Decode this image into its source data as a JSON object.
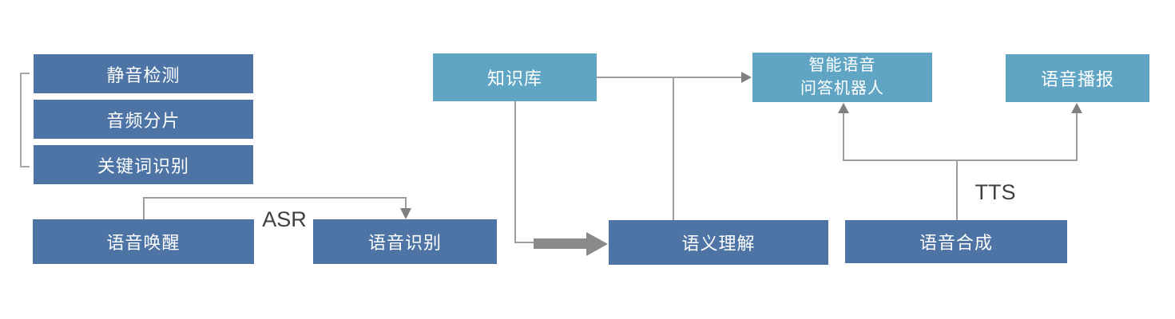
{
  "diagram_title": "voice-ai-architecture",
  "colors": {
    "dark_box": "#4d74a4",
    "light_box": "#60a6c4",
    "box_text": "#ffffff",
    "line": "#9e9e9e",
    "arrow": "#7f7f7f",
    "thick_arrow": "#8a8a8a",
    "bracket": "#a6a6a6",
    "annotation": "#3f3f3f",
    "background": "#ffffff"
  },
  "nodes": {
    "silence_detection": {
      "label": "静音检测"
    },
    "audio_segmentation": {
      "label": "音频分片"
    },
    "keyword_recognition": {
      "label": "关键词识别"
    },
    "voice_wakeup": {
      "label": "语音唤醒"
    },
    "speech_recognition": {
      "label": "语音识别"
    },
    "knowledge_base": {
      "label": "知识库"
    },
    "semantic_understanding": {
      "label": "语义理解"
    },
    "qa_robot": {
      "label_line1": "智能语音",
      "label_line2": "问答机器人"
    },
    "voice_broadcast": {
      "label": "语音播报"
    },
    "speech_synthesis": {
      "label": "语音合成"
    }
  },
  "annotations": {
    "asr": "ASR",
    "tts": "TTS"
  },
  "edges": [
    "voice_wakeup -> speech_recognition (ASR)",
    "knowledge_base -> qa_robot",
    "semantic_understanding -> qa_robot (via T-junction)",
    "knowledge_base => semantic_understanding (thick arrow)",
    "speech_synthesis -> qa_robot (TTS)",
    "speech_synthesis -> voice_broadcast (TTS)"
  ]
}
